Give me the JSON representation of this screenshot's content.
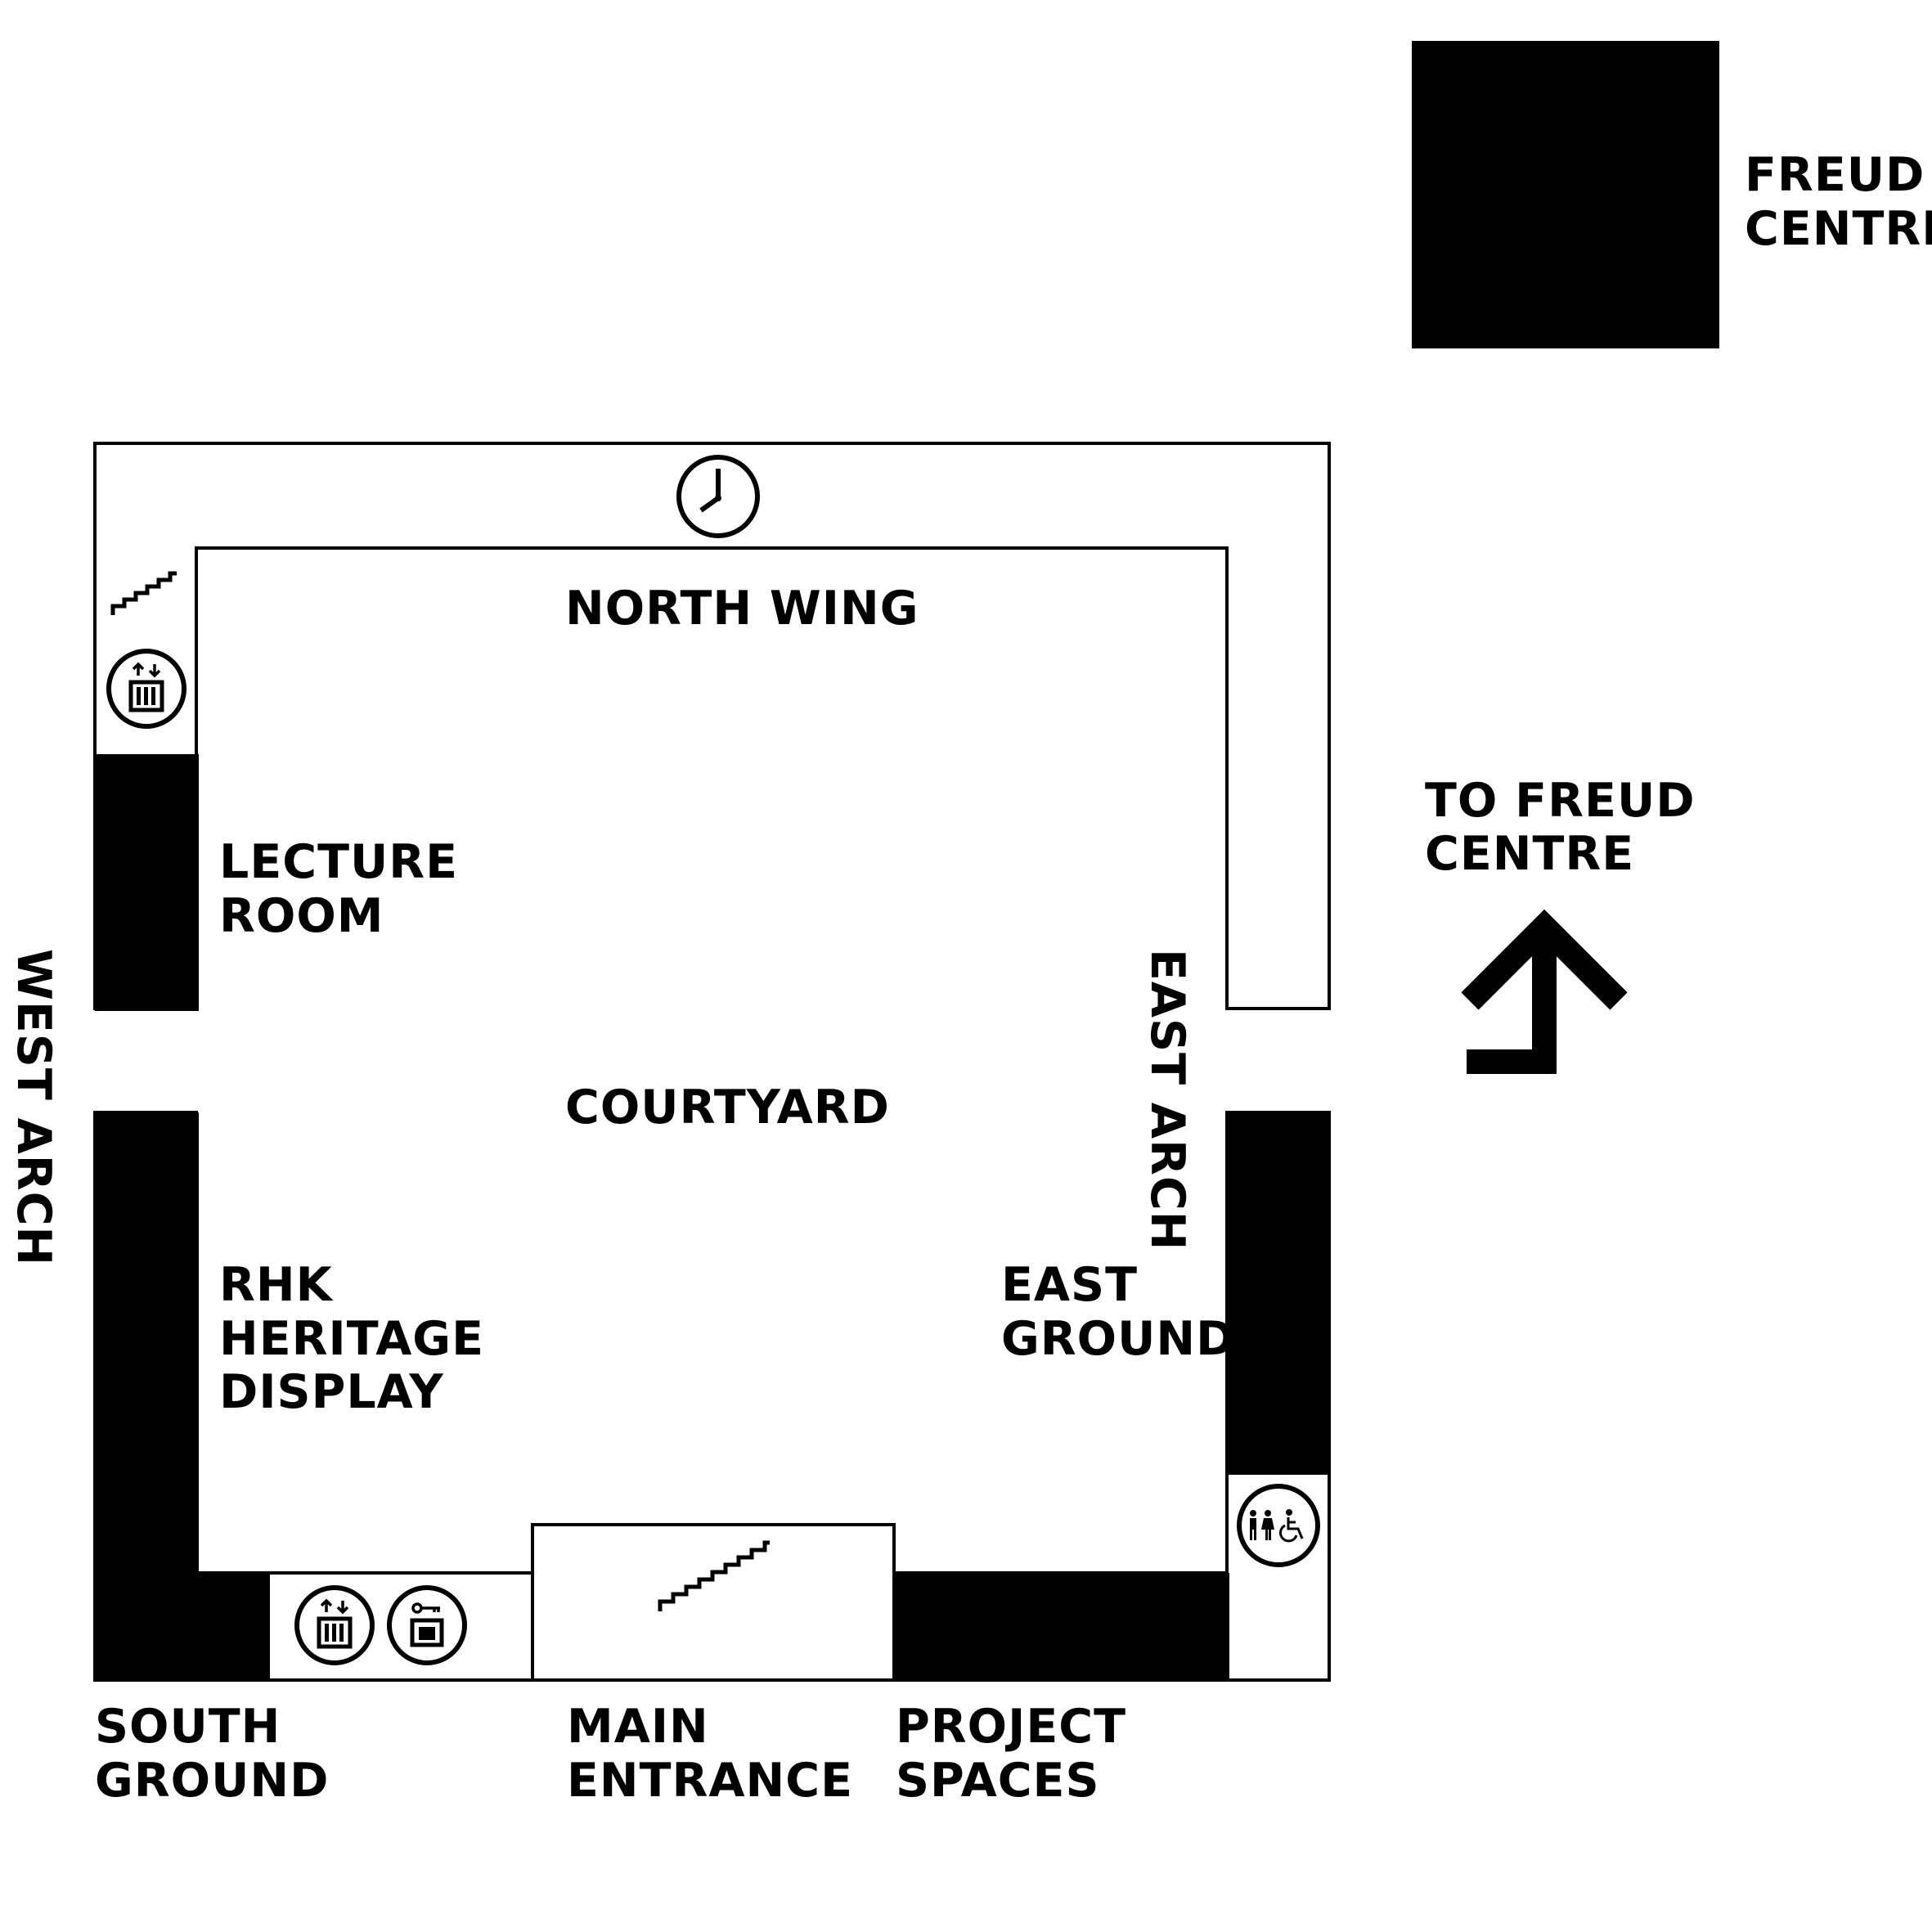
{
  "buildings": {
    "freud_centre": [
      "FREUD",
      "CENTRE"
    ],
    "north_wing": "NORTH WING",
    "lecture_room": [
      "LECTURE",
      "ROOM"
    ],
    "west_arch": "WEST ARCH",
    "courtyard": "COURTYARD",
    "east_arch": "EAST ARCH",
    "rhk_heritage_display": [
      "RHK",
      "HERITAGE",
      "DISPLAY"
    ],
    "east_ground": [
      "EAST",
      "GROUND"
    ],
    "south_ground": [
      "SOUTH",
      "GROUND"
    ],
    "main_entrance": [
      "MAIN",
      "ENTRANCE"
    ],
    "project_spaces": [
      "PROJECT",
      "SPACES"
    ]
  },
  "directions": {
    "to_freud_centre": [
      "TO FREUD",
      "CENTRE"
    ]
  },
  "icons": {
    "clock": "clock-icon",
    "stairs": "stairs-icon",
    "lift": "lift-icon",
    "locker": "locker-icon",
    "toilets": "toilets-accessible-icon",
    "arrow": "up-arrow-icon"
  },
  "colors": {
    "ink": "#000000",
    "background": "#ffffff"
  }
}
